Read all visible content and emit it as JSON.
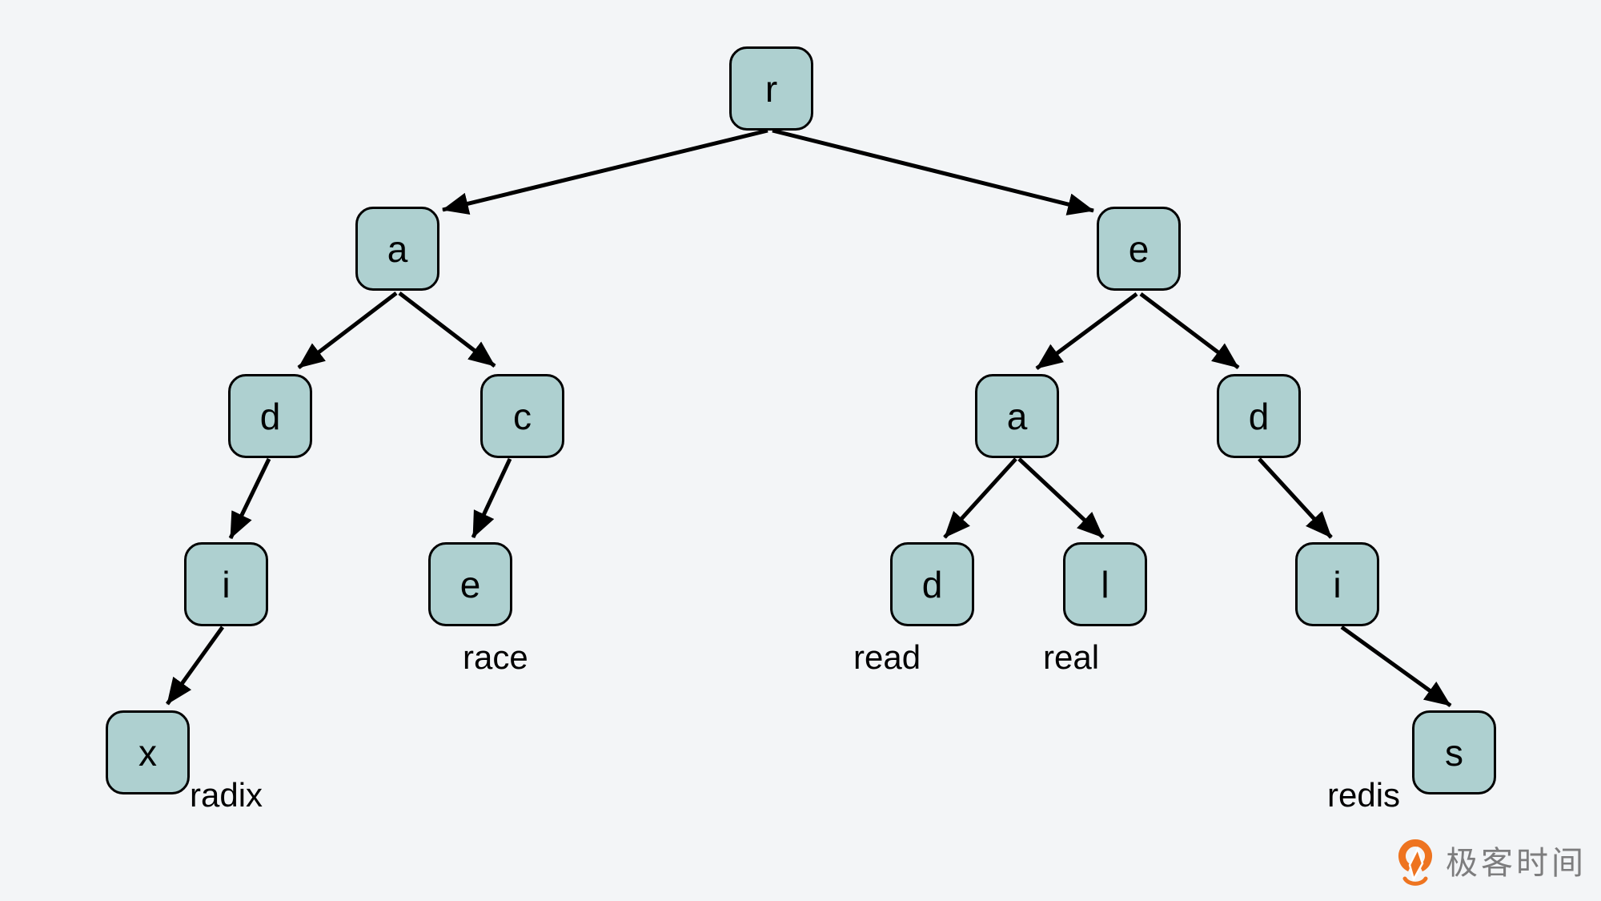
{
  "diagram": {
    "type": "radix-trie-tree",
    "background": "#f3f5f7",
    "node": {
      "fill": "#aed0d0",
      "border": "#000000"
    },
    "arrow_color": "#000000",
    "nodes": {
      "root": "r",
      "l1_a": "a",
      "l2_d": "d",
      "l2_c": "c",
      "l3_i": "i",
      "l3_e": "e",
      "l4_x": "x",
      "r1_e": "e",
      "r2_a": "a",
      "r2_d": "d",
      "r3_d": "d",
      "r3_l": "l",
      "r3_i": "i",
      "r4_s": "s"
    },
    "edges": [
      {
        "from": "r",
        "to": "a"
      },
      {
        "from": "r",
        "to": "e"
      },
      {
        "from": "a",
        "to": "d"
      },
      {
        "from": "a",
        "to": "c"
      },
      {
        "from": "d",
        "to": "i"
      },
      {
        "from": "c",
        "to": "e"
      },
      {
        "from": "i",
        "to": "x"
      },
      {
        "from": "e",
        "to": "a"
      },
      {
        "from": "e",
        "to": "d"
      },
      {
        "from": "a",
        "to": "d"
      },
      {
        "from": "a",
        "to": "l"
      },
      {
        "from": "d",
        "to": "i"
      },
      {
        "from": "i",
        "to": "s"
      }
    ],
    "words": {
      "radix": "radix",
      "race": "race",
      "read": "read",
      "real": "real",
      "redis": "redis"
    }
  },
  "branding": {
    "logo_text": "极客时间",
    "logo_orange": "#ee7420",
    "logo_text_color": "#7d7d7e"
  }
}
